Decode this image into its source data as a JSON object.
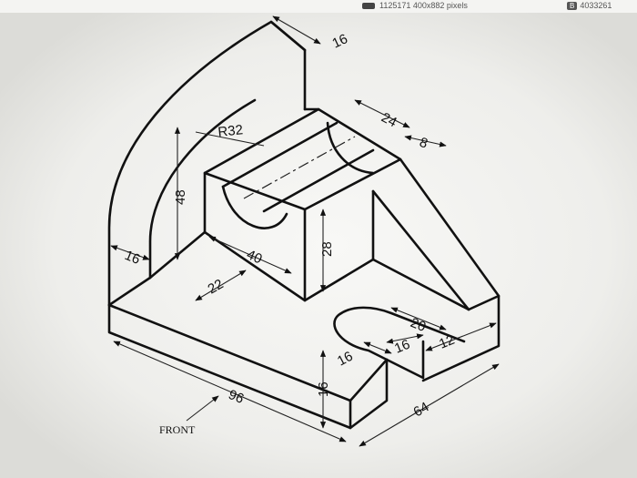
{
  "window": {
    "left_chip": "1125171 400x882 pixels",
    "right_badge": "B",
    "right_chip": "4033261"
  },
  "drawing": {
    "dimensions": {
      "top_thickness": "16",
      "radius": "R32",
      "slot_width": "24",
      "side_offset": "8",
      "height_left": "48",
      "left_thickness": "16",
      "block_length": "40",
      "block_height": "28",
      "front_offset": "22",
      "slot_length": "20",
      "slot_offset": "16",
      "slot_gap": "16",
      "rib_thickness": "12",
      "base_height": "16",
      "overall_length": "96",
      "overall_width": "64"
    },
    "view_label": "FRONT"
  }
}
